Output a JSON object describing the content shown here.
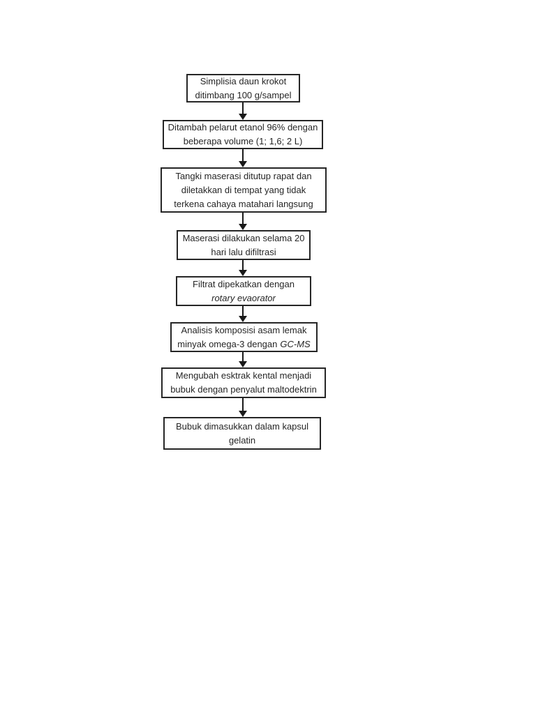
{
  "colors": {
    "background": "#ffffff",
    "box_border": "#262626",
    "text": "#262626",
    "arrow": "#1a1a1a"
  },
  "flowchart": {
    "title": "",
    "direction": "top-to-bottom",
    "nodes": [
      {
        "id": "weigh-sample",
        "line1": "Simplisia daun krokot",
        "line2": "ditimbang 100 g/sampel"
      },
      {
        "id": "add-solvent",
        "line1": "Ditambah pelarut etanol 96% dengan",
        "line2": "beberapa volume (1; 1,6; 2 L)"
      },
      {
        "id": "close-tank",
        "line1": "Tangki maserasi ditutup rapat dan",
        "line2": "diletakkan di tempat yang tidak",
        "line3": "terkena cahaya matahari langsung"
      },
      {
        "id": "maceration",
        "line1": "Maserasi dilakukan selama 20",
        "line2": "hari lalu difiltrasi"
      },
      {
        "id": "concentrate-filtrate",
        "line1": "Filtrat dipekatkan dengan",
        "line2_italic": "rotary evaorator"
      },
      {
        "id": "analyze-fatty-acids",
        "line1": "Analisis komposisi asam lemak",
        "line2a": "minyak omega-3 dengan",
        "line2b_italic": "GC-MS"
      },
      {
        "id": "convert-to-powder",
        "line1": "Mengubah esktrak kental menjadi",
        "line2": "bubuk dengan penyalut maltodektrin"
      },
      {
        "id": "fill-capsules",
        "line1": "Bubuk dimasukkan dalam kapsul",
        "line2": "gelatin"
      }
    ]
  }
}
